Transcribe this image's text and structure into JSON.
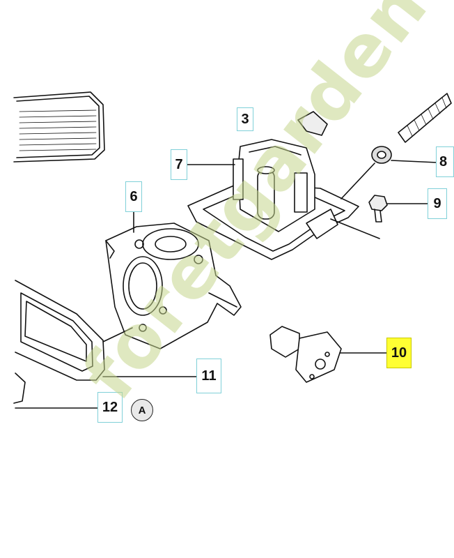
{
  "callouts": {
    "c3": "3",
    "c7": "7",
    "c6": "6",
    "c8": "8",
    "c9": "9",
    "c10": "10",
    "c11": "11",
    "c12": "12"
  },
  "markers": {
    "a": "A"
  },
  "watermark": {
    "text": "foretgarden.com"
  },
  "colors": {
    "callout_border": "#7fd0d8",
    "highlight": "#ffff33",
    "watermark": "#c4d68c",
    "line": "#111111"
  }
}
